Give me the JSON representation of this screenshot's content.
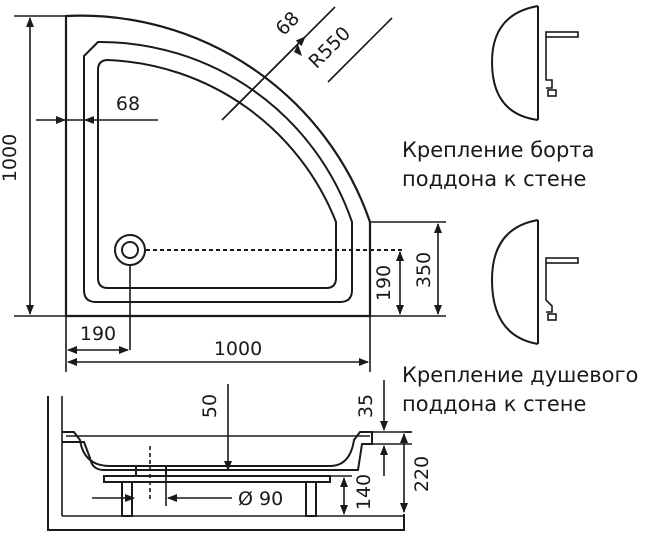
{
  "top_view": {
    "dims": {
      "height_total": "1000",
      "width_total": "1000",
      "rim_width_side": "68",
      "rim_width_arc": "68",
      "radius": "R550",
      "drain_offset_x": "190",
      "drain_offset_y": "190",
      "straight_side": "350"
    }
  },
  "side_view": {
    "dims": {
      "bowl_depth": "50",
      "rim_thickness": "35",
      "total_height": "220",
      "leg_height": "140",
      "drain_diameter": "Ø 90"
    }
  },
  "details": {
    "rim_mount_caption": [
      "Крепление борта",
      "поддона к стене"
    ],
    "tray_mount_caption": [
      "Крепление душевого",
      "поддона к стене"
    ]
  }
}
